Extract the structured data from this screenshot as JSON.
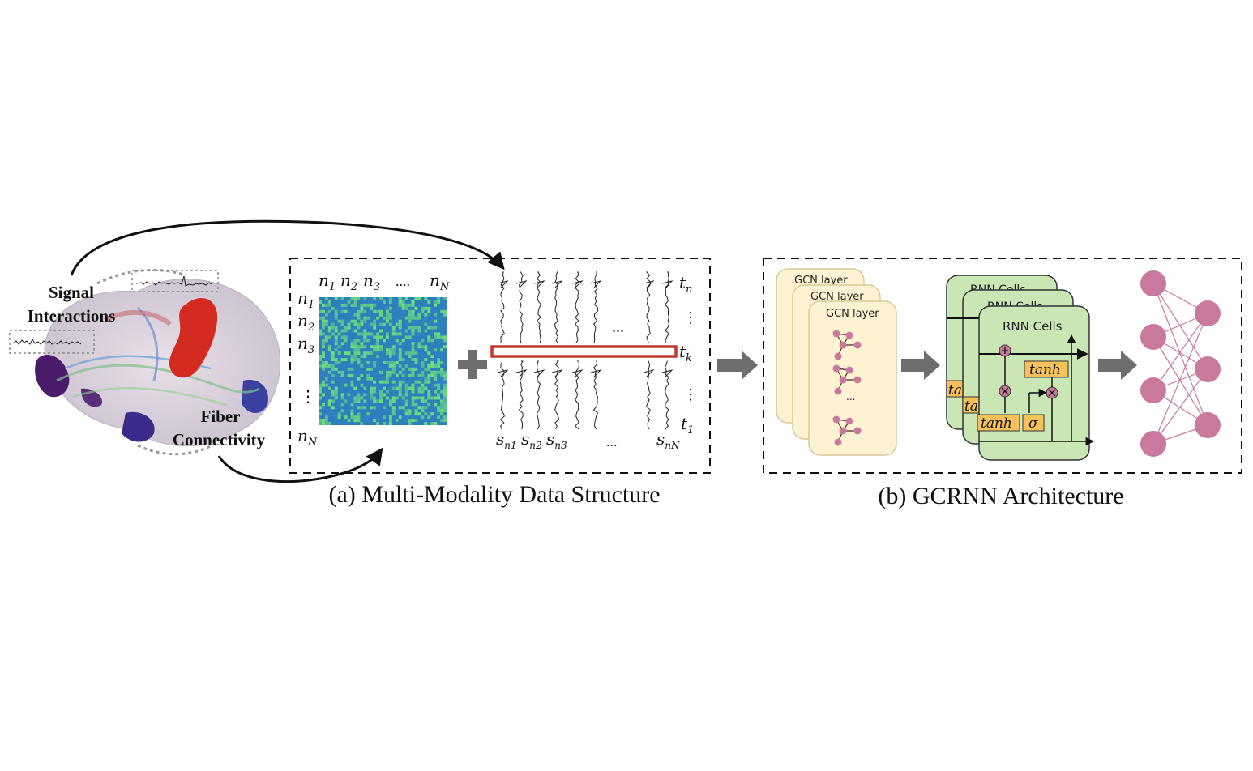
{
  "brain": {
    "signal_label_line1": "Signal",
    "signal_label_line2": "Interactions",
    "fiber_label_line1": "Fiber",
    "fiber_label_line2": "Connectivity"
  },
  "panel_a": {
    "caption": "(a) Multi-Modality Data Structure",
    "matrix_cols": [
      "n",
      "n",
      "n",
      "....",
      "n"
    ],
    "col_subs": [
      "1",
      "2",
      "3",
      "",
      "N"
    ],
    "matrix_rows": [
      "n",
      "n",
      "n",
      "⋮",
      "n"
    ],
    "row_subs": [
      "1",
      "2",
      "3",
      "",
      "N"
    ],
    "time_labels": [
      "t",
      "⋮",
      "t",
      "⋮",
      "t"
    ],
    "time_subs": [
      "n",
      "",
      "k",
      "",
      "1"
    ],
    "signal_labels": [
      "s",
      "s",
      "s"
    ],
    "signal_subs": [
      "n1",
      "n2",
      "n3"
    ],
    "signal_last": "s",
    "signal_last_sub": "nN",
    "ellipsis": "...",
    "ellipsis_bottom": "...",
    "colors": {
      "matrix_blue": "#2f7fbf",
      "matrix_green": "#6ee27a",
      "highlight": "#c0392b"
    }
  },
  "panel_b": {
    "caption": "(b) GCRNN Architecture",
    "gcn_labels": [
      "GCN layer",
      "GCN layer",
      "GCN layer"
    ],
    "gcn_ellipsis": "...",
    "rnn_labels": [
      "RNN Cells",
      "RNN Cells",
      "RNN Cells"
    ],
    "gate_tanh_top": "tanh",
    "gate_tanh_bottom": "tanh",
    "gate_sigma": "σ",
    "partial_gate_1": "ta",
    "partial_gate_2": "ta",
    "colors": {
      "gcn_fill": "#fdf3d3",
      "rnn_fill": "#c9e6b4",
      "node": "#c97a9c",
      "gate": "#f6c15b"
    }
  }
}
